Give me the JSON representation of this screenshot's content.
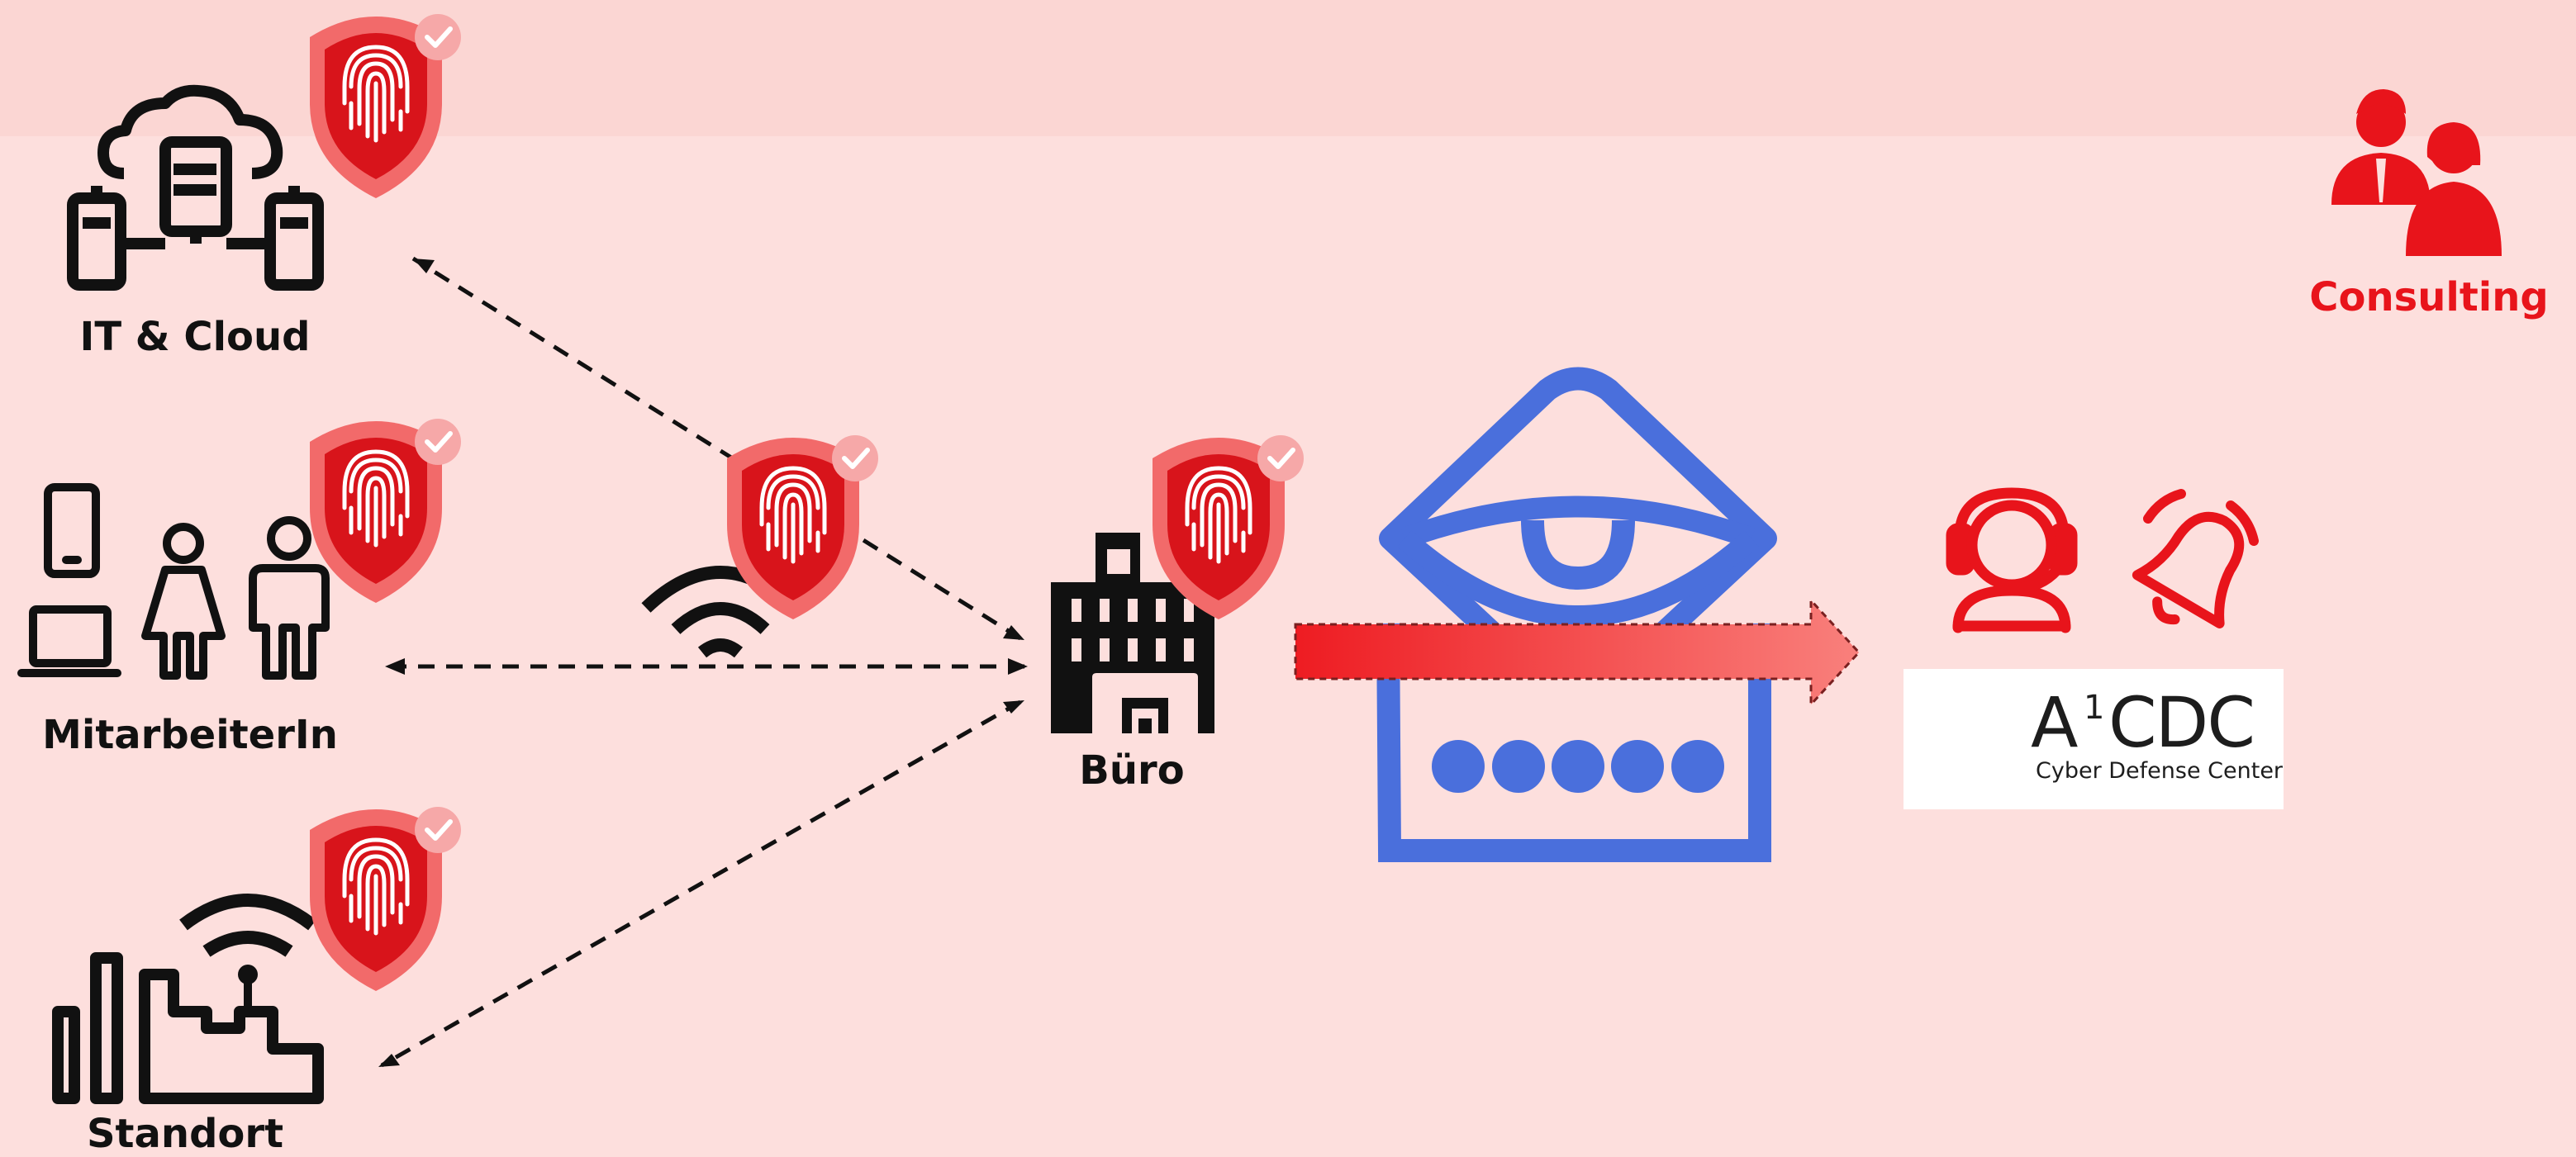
{
  "labels": {
    "it_cloud": "IT & Cloud",
    "mitarbeiter": "MitarbeiterIn",
    "standort": "Standort",
    "buero": "Büro",
    "consulting": "Consulting"
  },
  "cdc_logo": {
    "brand": "A",
    "superscript": "1",
    "name": "CDC",
    "subtitle": "Cyber Defense Center"
  },
  "icons": {
    "shield": "fingerprint-shield-icon",
    "servers": "cloud-server-icon",
    "people": "employees-icon",
    "factory": "factory-wifi-icon",
    "building": "office-building-icon",
    "wifi": "wifi-icon",
    "eye": "monitoring-eye-icon",
    "agent": "support-agent-icon",
    "bell": "alarm-bell-icon",
    "consulting": "consultants-icon"
  },
  "colors": {
    "background": "#fddfdd",
    "accent_red": "#e8141b",
    "monitor_blue": "#4a6fdc",
    "icon_black": "#111111"
  }
}
